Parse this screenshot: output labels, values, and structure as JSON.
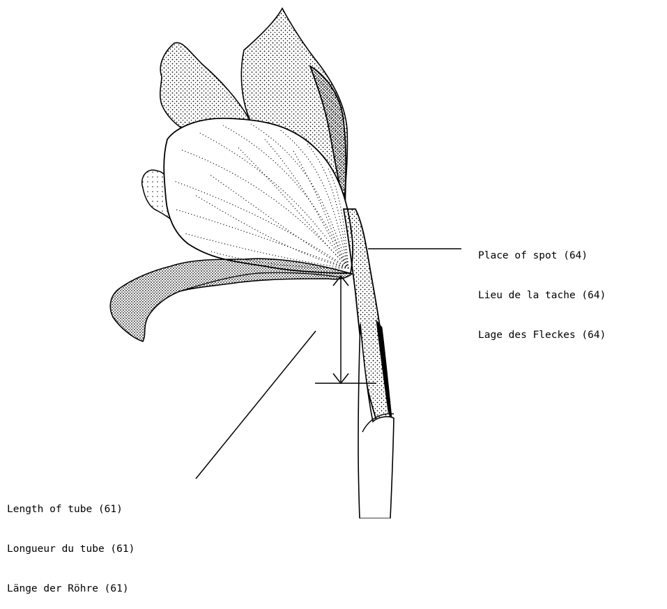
{
  "labels": {
    "spot": [
      "Place of spot (64)",
      "Lieu de la tache (64)",
      "Lage des Fleckes (64)"
    ],
    "tube": [
      "Length of tube (61)",
      "Longueur du tube (61)",
      "Länge der Röhre (61)"
    ]
  },
  "colors": {
    "ink": "#000000",
    "paper": "#ffffff"
  }
}
